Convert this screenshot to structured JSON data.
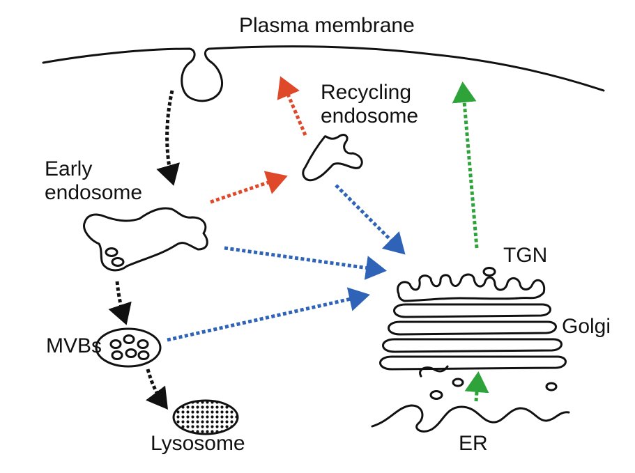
{
  "labels": {
    "plasma_membrane": "Plasma membrane",
    "recycling_endosome": "Recycling\nendosome",
    "early_endosome": "Early\nendosome",
    "mvbs": "MVBs",
    "lysosome": "Lysosome",
    "tgn": "TGN",
    "golgi": "Golgi",
    "er": "ER"
  },
  "colors": {
    "endocytic_pathway": "#111111",
    "recycling_pathway": "#e0482a",
    "retrograde_pathway": "#2e63b8",
    "secretory_pathway": "#2ea33a"
  }
}
